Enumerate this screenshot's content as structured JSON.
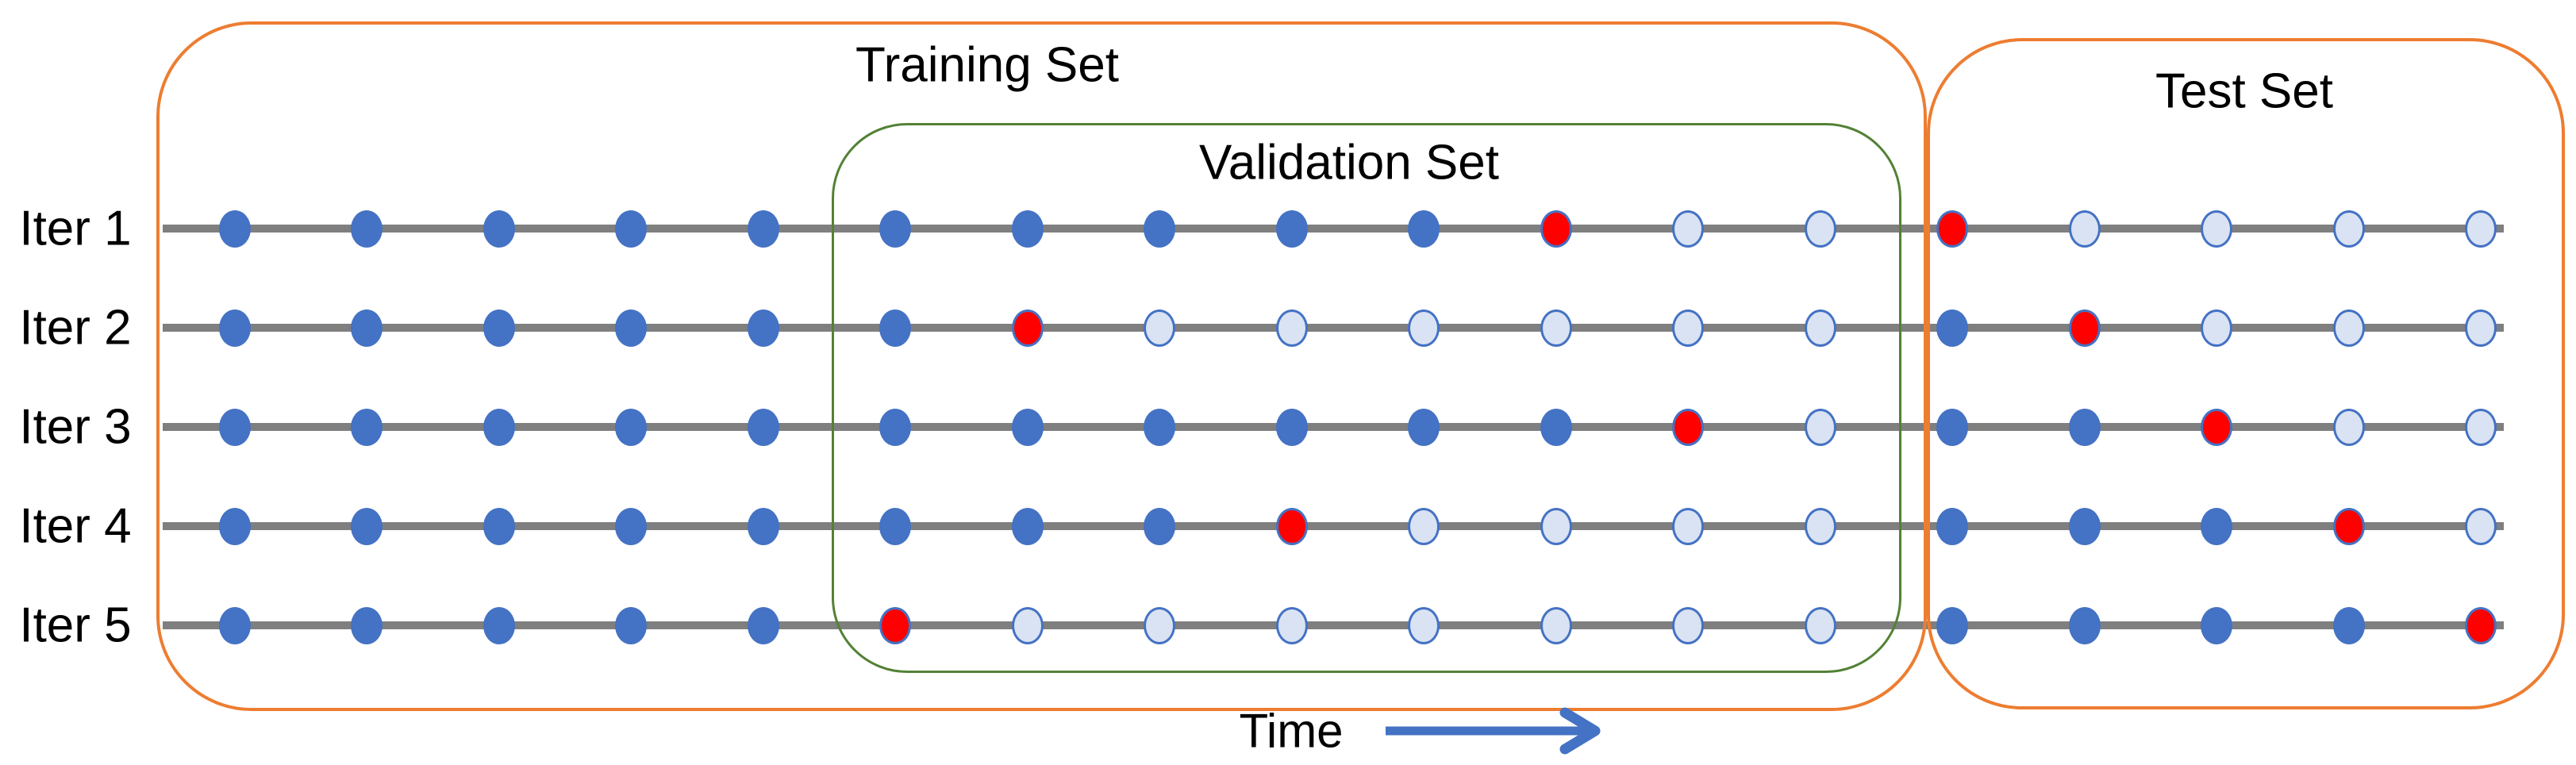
{
  "diagram": {
    "type": "time-series-cross-validation",
    "boxes": {
      "training": {
        "label": "Training Set",
        "border_color": "#ED7D31"
      },
      "validation": {
        "label": "Validation Set",
        "border_color": "#538135"
      },
      "test": {
        "label": "Test Set",
        "border_color": "#ED7D31"
      }
    },
    "time_caption": "Time",
    "time_arrow_icon": "right-arrow",
    "dots_per_row": 18,
    "validation_dot_range": [
      6,
      13
    ],
    "test_dot_range": [
      14,
      18
    ],
    "rows": [
      {
        "label": "Iter 1",
        "dots": [
          "train",
          "train",
          "train",
          "train",
          "train",
          "train",
          "train",
          "train",
          "train",
          "train",
          "split",
          "unused",
          "unused",
          "split",
          "unused",
          "unused",
          "unused",
          "unused"
        ]
      },
      {
        "label": "Iter 2",
        "dots": [
          "train",
          "train",
          "train",
          "train",
          "train",
          "train",
          "split",
          "unused",
          "unused",
          "unused",
          "unused",
          "unused",
          "unused",
          "train",
          "split",
          "unused",
          "unused",
          "unused"
        ]
      },
      {
        "label": "Iter 3",
        "dots": [
          "train",
          "train",
          "train",
          "train",
          "train",
          "train",
          "train",
          "train",
          "train",
          "train",
          "train",
          "split",
          "unused",
          "train",
          "train",
          "split",
          "unused",
          "unused"
        ]
      },
      {
        "label": "Iter 4",
        "dots": [
          "train",
          "train",
          "train",
          "train",
          "train",
          "train",
          "train",
          "train",
          "split",
          "unused",
          "unused",
          "unused",
          "unused",
          "train",
          "train",
          "train",
          "split",
          "unused"
        ]
      },
      {
        "label": "Iter 5",
        "dots": [
          "train",
          "train",
          "train",
          "train",
          "train",
          "split",
          "unused",
          "unused",
          "unused",
          "unused",
          "unused",
          "unused",
          "unused",
          "train",
          "train",
          "train",
          "train",
          "split"
        ]
      }
    ],
    "colors": {
      "train_dot": "#4472C4",
      "unused_dot_fill": "#DAE3F3",
      "dot_border": "#4472C4",
      "split_dot": "#FF0000",
      "timeline": "#7F7F7F",
      "orange_box": "#ED7D31",
      "green_box": "#538135",
      "arrow": "#4472C4",
      "text": "#000000"
    }
  }
}
